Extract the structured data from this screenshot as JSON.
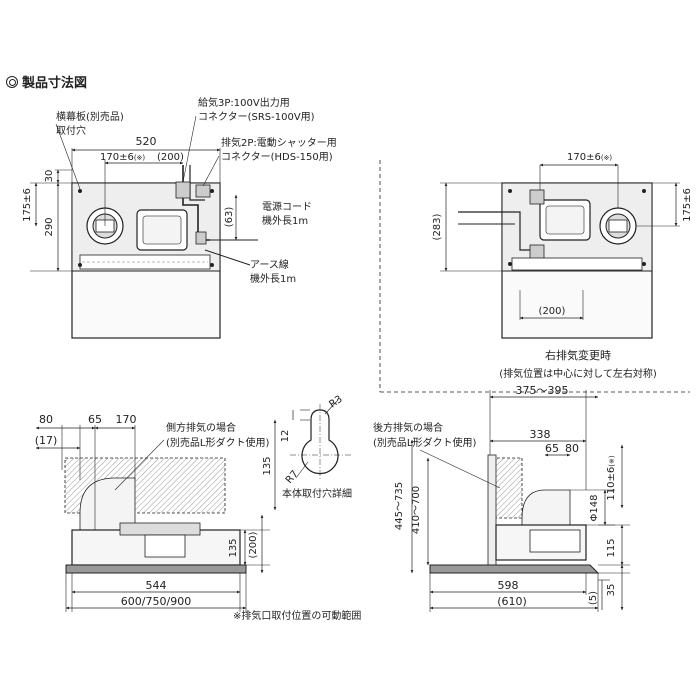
{
  "title": "製品寸法図",
  "accent_color": "#222222",
  "part_fill": "#f2f2f2",
  "views": {
    "top_left": {
      "width_dim": "520",
      "center_dim": "170±6",
      "center_note": "(※)",
      "small_dim": "(200)",
      "dim_30": "30",
      "dim_290": "290",
      "dim_175": "175±6",
      "dim_63": "(63)",
      "label_panel": "横幕板(別売品)",
      "label_hole": "取付穴",
      "label_connector1_a": "給気3P:100V出力用",
      "label_connector1_b": "コネクター(SRS-100V用)",
      "label_connector2_a": "排気2P:電動シャッター用",
      "label_connector2_b": "コネクター(HDS-150用)",
      "label_power_a": "電源コード",
      "label_power_b": "機外長1m",
      "label_earth_a": "アース線",
      "label_earth_b": "機外長1m"
    },
    "top_right": {
      "center_dim": "170±6",
      "center_note": "(※)",
      "dim_283": "(283)",
      "dim_175": "175±6",
      "small_dim": "(200)",
      "caption_1": "右排気変更時",
      "caption_2": "(排気位置は中心に対して左右対称)"
    },
    "front": {
      "dim_80": "80",
      "dim_65": "65",
      "dim_170": "170",
      "dim_17": "(17)",
      "note_1": "側方排気の場合",
      "note_2": "(別売品L形ダクト使用)",
      "dim_135": "135",
      "dim_200": "(200)",
      "dim_544": "544",
      "dim_width": "600/750/900"
    },
    "hole_detail": {
      "r3": "R3",
      "r7": "R7",
      "dim_12": "12",
      "dim_135": "135",
      "caption": "本体取付穴詳細"
    },
    "side": {
      "note_1": "後方排気の場合",
      "note_2": "(別売品L形ダクト使用)",
      "dim_375": "375～395",
      "dim_338": "338",
      "dim_65": "65",
      "dim_80": "80",
      "dim_445": "445～735",
      "dim_410": "410～700",
      "dim_148": "Φ148",
      "dim_110": "110±6",
      "dim_110_note": "(※)",
      "dim_115": "115",
      "dim_35": "35",
      "dim_5": "(5)",
      "dim_598": "598",
      "dim_610": "(610)"
    },
    "footnote": "※排気口取付位置の可動範囲"
  }
}
